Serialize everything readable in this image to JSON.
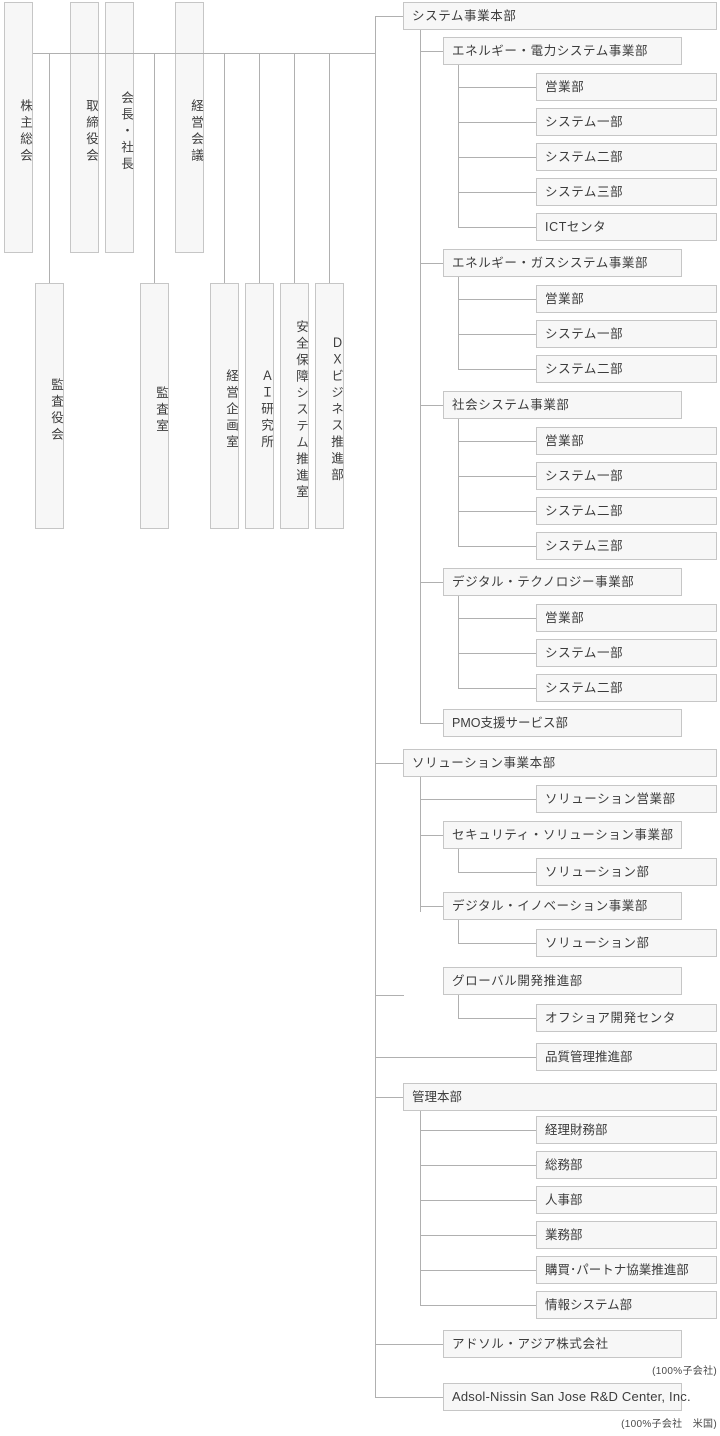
{
  "diagram": {
    "title": "組織図",
    "colors": {
      "box_fill": "#f7f7f7",
      "box_border": "#c6c6c6",
      "line": "#b0b0b0",
      "text": "#3c3c3c",
      "background": "#ffffff"
    }
  },
  "governance": {
    "top_row": [
      {
        "label": "株主総会"
      },
      {
        "label": "取締役会"
      },
      {
        "label": "会長・社長"
      },
      {
        "label": "経営会議"
      }
    ],
    "bottom_row": [
      {
        "label": "監査役会"
      },
      {
        "label": "監査室"
      },
      {
        "label": "経営企画室"
      },
      {
        "label": "ＡＩ研究所"
      },
      {
        "label": "安全保障システム推進室"
      },
      {
        "label": "ＤＸビジネス推進部"
      }
    ]
  },
  "divisions": [
    {
      "label": "システム事業本部",
      "children": [
        {
          "label": "エネルギー・電力システム事業部",
          "children": [
            {
              "label": "営業部"
            },
            {
              "label": "システム一部"
            },
            {
              "label": "システム二部"
            },
            {
              "label": "システム三部"
            },
            {
              "label": "ICTセンタ"
            }
          ]
        },
        {
          "label": "エネルギー・ガスシステム事業部",
          "children": [
            {
              "label": "営業部"
            },
            {
              "label": "システム一部"
            },
            {
              "label": "システム二部"
            }
          ]
        },
        {
          "label": "社会システム事業部",
          "children": [
            {
              "label": "営業部"
            },
            {
              "label": "システム一部"
            },
            {
              "label": "システム二部"
            },
            {
              "label": "システム三部"
            }
          ]
        },
        {
          "label": "デジタル・テクノロジー事業部",
          "children": [
            {
              "label": "営業部"
            },
            {
              "label": "システム一部"
            },
            {
              "label": "システム二部"
            }
          ]
        },
        {
          "label": "PMO支援サービス部",
          "children": []
        }
      ]
    },
    {
      "label": "ソリューション事業本部",
      "children": [
        {
          "label": "ソリューション営業部",
          "level": 3,
          "children": []
        },
        {
          "label": "セキュリティ・ソリューション事業部",
          "children": [
            {
              "label": "ソリューション部"
            }
          ]
        },
        {
          "label": "デジタル・イノベーション事業部",
          "children": [
            {
              "label": "ソリューション部"
            }
          ]
        }
      ]
    },
    {
      "label": "グローバル開発推進部",
      "children": [
        {
          "label": "オフショア開発センタ",
          "level": 3
        }
      ]
    },
    {
      "label": "品質管理推進部",
      "level": 3,
      "children": []
    },
    {
      "label": "管理本部",
      "children": [
        {
          "label": "経理財務部"
        },
        {
          "label": "総務部"
        },
        {
          "label": "人事部"
        },
        {
          "label": "業務部"
        },
        {
          "label": "購買･パートナ協業推進部"
        },
        {
          "label": "情報システム部"
        }
      ]
    }
  ],
  "subsidiaries": [
    {
      "label": "アドソル・アジア株式会社",
      "note": "(100%子会社)"
    },
    {
      "label": "Adsol-Nissin San Jose R&D Center, Inc.",
      "note": "(100%子会社　米国)"
    }
  ]
}
